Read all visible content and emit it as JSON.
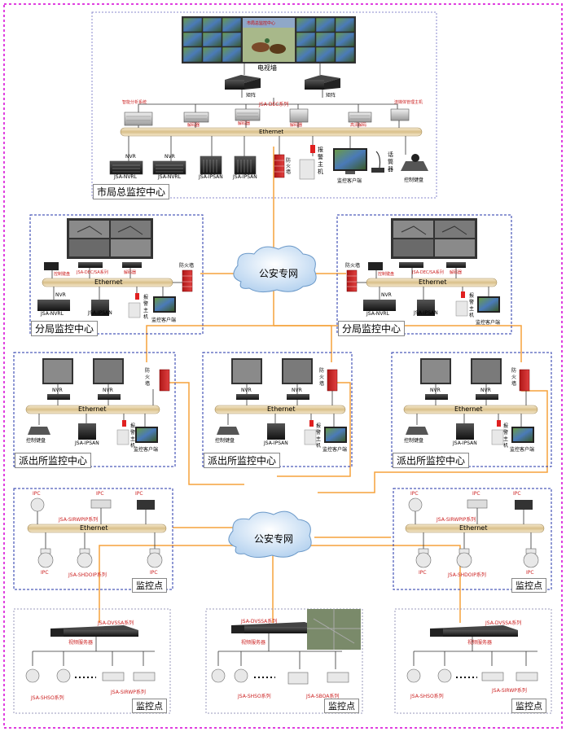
{
  "centers": {
    "city": "市局总监控中心",
    "branch_left": "分局监控中心",
    "branch_right": "分局监控中心",
    "station_1": "派出所监控中心",
    "station_2": "派出所监控中心",
    "station_3": "派出所监控中心",
    "site_1": "监控点",
    "site_2": "监控点",
    "site_3": "监控点",
    "site_4": "监控点",
    "site_5": "监控点"
  },
  "network": {
    "cloud_top": "公安专网",
    "cloud_bottom": "公安专网",
    "ethernet": "Ethernet"
  },
  "city_center": {
    "tv_wall": "电视墙",
    "tv_screen": "市局总监控中心",
    "matrix_left": "矩阵",
    "matrix_right": "矩阵",
    "decoder_series": "JSA-DEC系列",
    "smart_analysis": "智能分析系统",
    "decoder_1": "解码器",
    "decoder_2": "解码器",
    "decoder_3": "解码器",
    "hd_decoder": "高清解码",
    "stream_server": "流媒体管理主机",
    "nvr_1_top": "NVR",
    "nvr_1_bottom": "JSA-NVRL",
    "nvr_2_top": "NVR",
    "nvr_2_bottom": "JSA-NVRL",
    "ipsan_1": "JSA-IPSAN",
    "ipsan_2": "JSA-IPSAN",
    "firewall": "防火墙",
    "alarm_host": "报警主机",
    "control_client": "监控客户端",
    "microphone": "话筒器",
    "keyboard": "控制键盘"
  },
  "branch": {
    "firewall": "防火墙",
    "keyboard": "控制键盘",
    "decoder_series": "JSA-DEC/SA系列",
    "decoder": "解码器",
    "nvr": "NVR",
    "nvr_model": "JSA-NVRL",
    "ipsan": "JSA-IPSAN",
    "alarm_host": "报警主机",
    "control_client": "监控客户端"
  },
  "station": {
    "nvr": "NVR",
    "firewall": "防火墙",
    "keyboard": "控制键盘",
    "ipsan": "JSA-IPSAN",
    "alarm_host": "报警主机",
    "control_client": "监控客户端"
  },
  "ipc_site": {
    "ipc": "IPC",
    "series": "JSA-SIRWPIP系列",
    "dome_series": "JSA-SHDOIP系列"
  },
  "dvs_site": {
    "dvs_1": "JSA-DVSSA系列",
    "dvs_2": "JSA-DVSSA系列",
    "dvs_3": "JSA-DVSSA系列",
    "server_1": "视频服务器",
    "server_2": "视频服务器",
    "server_3": "视频服务器",
    "dome_1": "JSA-SHSO系列",
    "dome_2": "JSA-SHSO系列",
    "dome_3": "JSA-SHSO系列",
    "cam_1": "JSA-SIRWP系列",
    "cam_3": "JSA-SIRWP系列",
    "cam_2": "JSA-SBOA系列"
  },
  "colors": {
    "outer_border": "#e040e0",
    "center_border": "#2233aa",
    "city_border": "#8888cc",
    "bottom_border": "#9999bb",
    "orange": "#f5a23c",
    "ethernet_fill": "#e8d6a8",
    "title_red": "#cc2222"
  }
}
